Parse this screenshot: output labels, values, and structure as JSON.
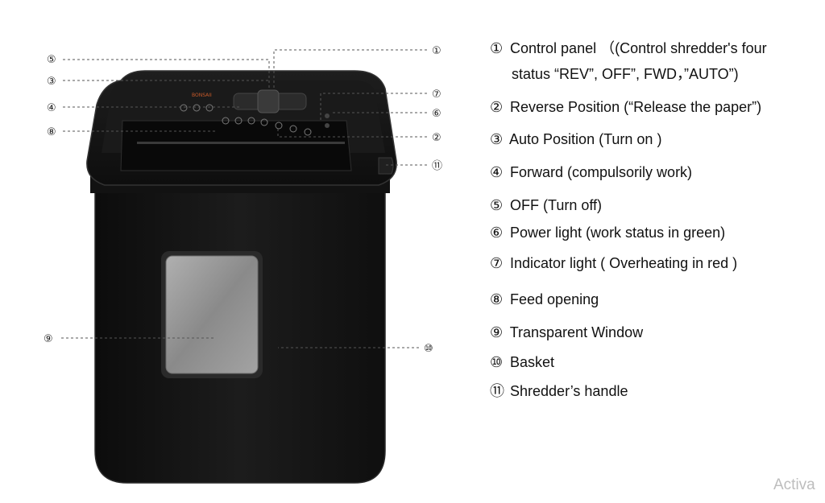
{
  "callout_markers": {
    "c1": "①",
    "c2": "②",
    "c3": "③",
    "c4": "④",
    "c5": "⑤",
    "c6": "⑥",
    "c7": "⑦",
    "c8": "⑧",
    "c9": "⑨",
    "c10": "⑩",
    "c11": "⑪"
  },
  "product_brand_mark": "BONSAII",
  "legend": [
    {
      "marker": "①",
      "text": "Control panel （(Control shredder's four",
      "continuation": "status “REV”, OFF”, FWD，”AUTO”)"
    },
    {
      "marker": "②",
      "text": "Reverse Position (“Release the paper”)"
    },
    {
      "marker": "③",
      "text": "Auto Position (Turn on )"
    },
    {
      "marker": "④",
      "text": "Forward (compulsorily work)"
    },
    {
      "marker": "⑤",
      "text": "OFF (Turn off)"
    },
    {
      "marker": "⑥",
      "text": "Power light (work status in green)"
    },
    {
      "marker": "⑦",
      "text": "Indicator light ( Overheating in red )"
    },
    {
      "marker": "⑧",
      "text": "Feed opening"
    },
    {
      "marker": "⑨",
      "text": "Transparent Window"
    },
    {
      "marker": "⑩",
      "text": "Basket"
    },
    {
      "marker": "⑪",
      "text": "Shredder’s handle"
    }
  ],
  "watermark": "Activa",
  "colors": {
    "body": "#151515",
    "body_edge": "#2a2a2a",
    "window": "#8e8e8e",
    "leader_line": "#555555",
    "text": "#111111"
  }
}
